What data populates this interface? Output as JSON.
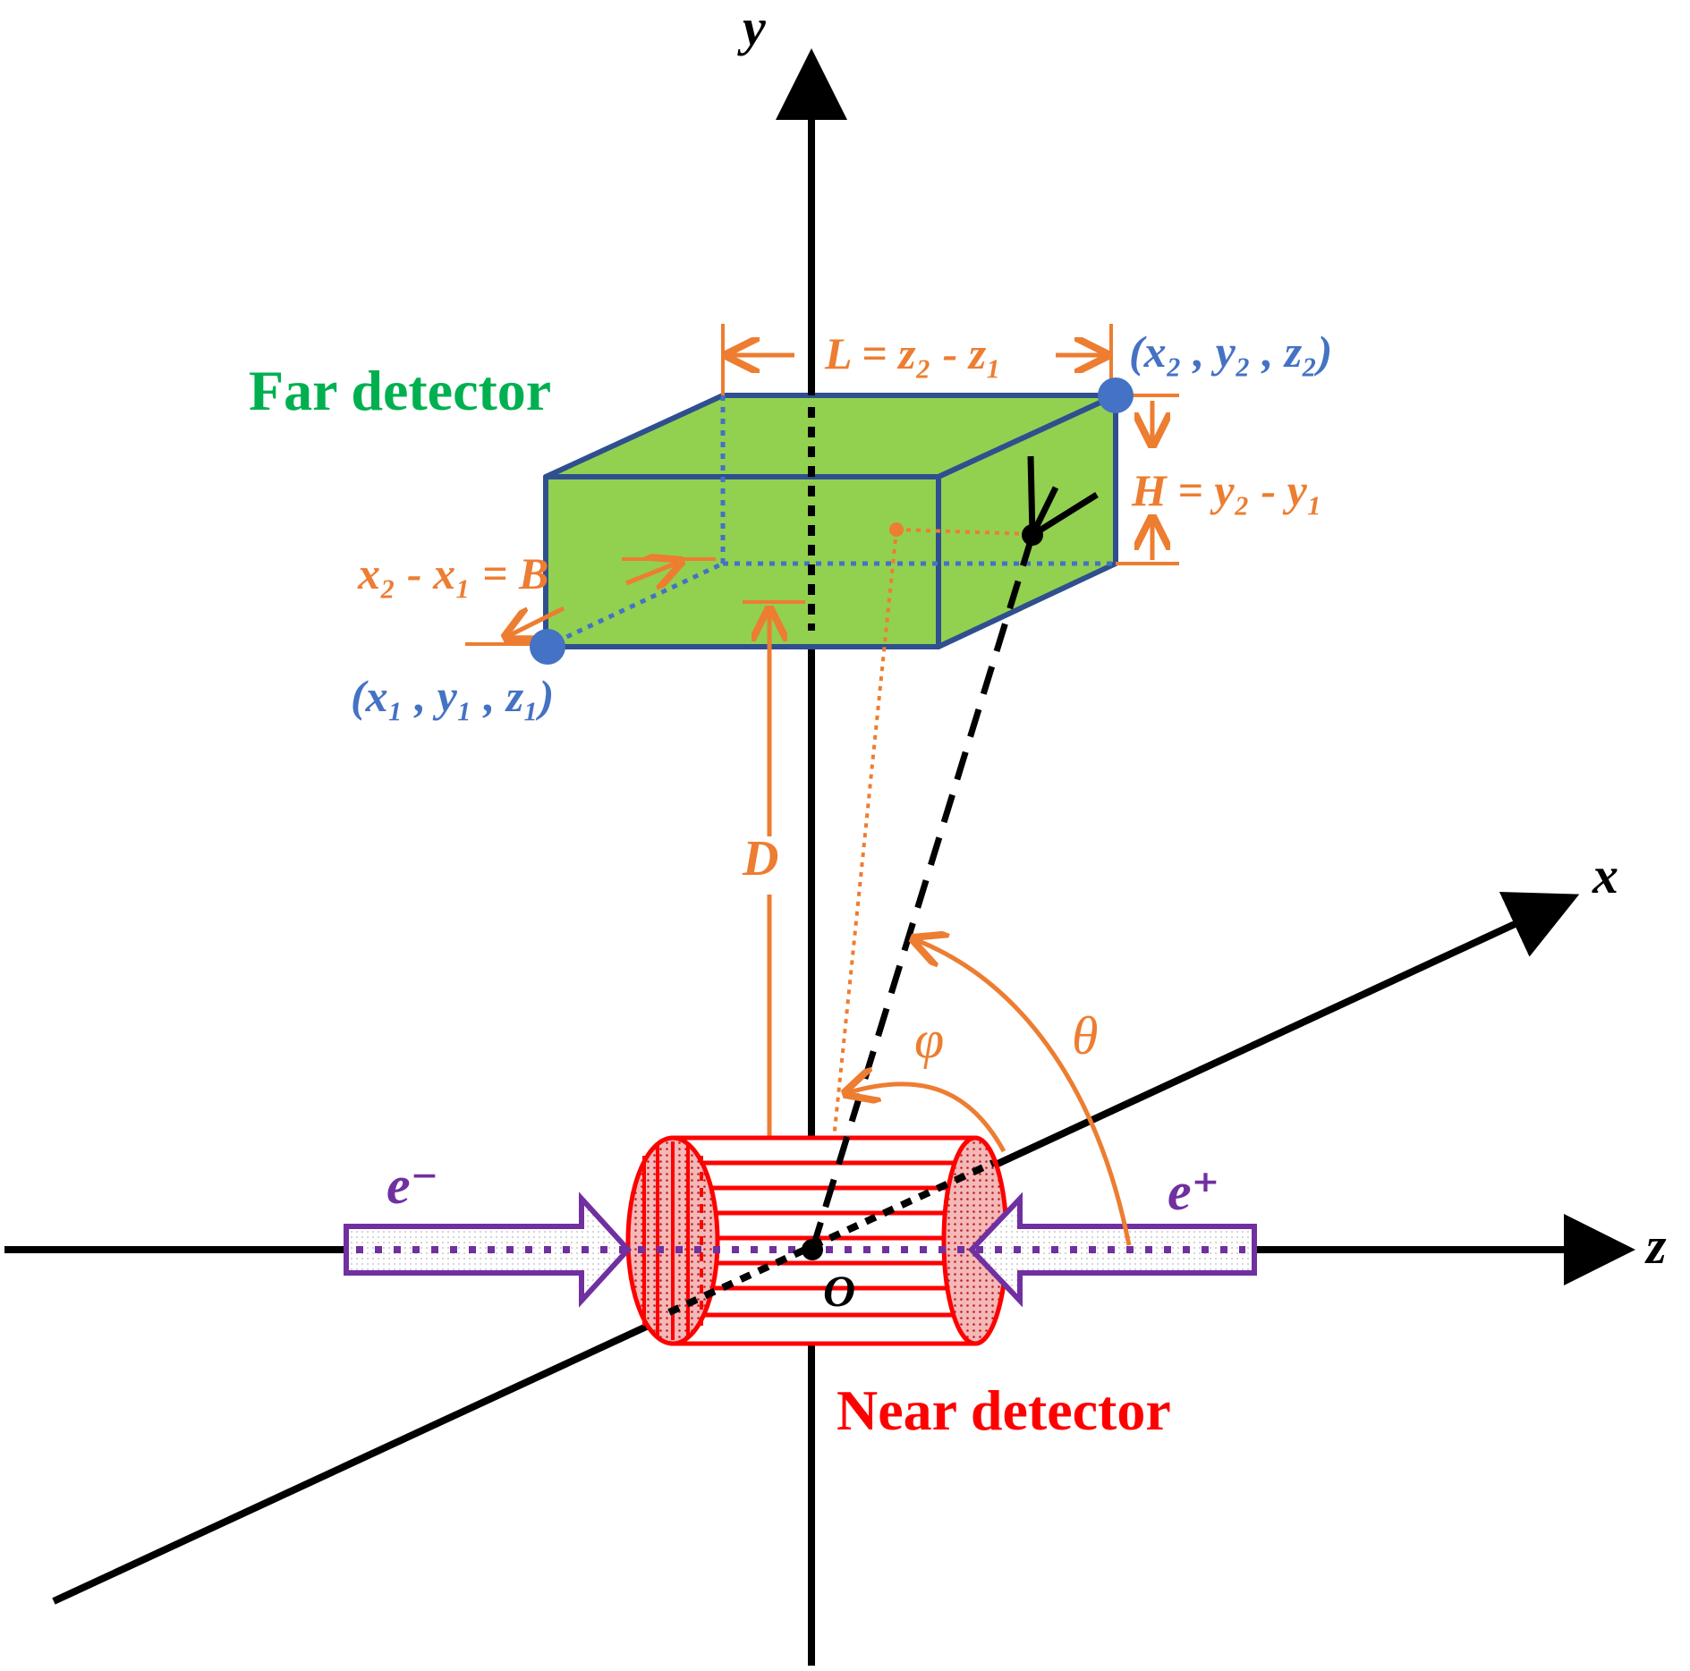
{
  "colors": {
    "axis": "#000000",
    "far_detector_fill": "#92D050",
    "far_detector_edge": "#2F4F8F",
    "annotation": "#ED7D31",
    "corner_point": "#4472C4",
    "near_detector": "#FF0000",
    "beam": "#7030A0"
  },
  "axes": {
    "y": "y",
    "x": "x",
    "z": "z",
    "origin": "O"
  },
  "far_detector": {
    "title": "Far detector",
    "length_label": "L = z₂ - z₁",
    "height_label": "H = y₂ - y₁",
    "width_label": "x₂ - x₁ = B",
    "corner_far": "(x₂ , y₂ , z₂)",
    "corner_near": "(x₁ , y₁ , z₁)"
  },
  "distance_label": "D",
  "angles": {
    "phi": "φ",
    "theta": "θ"
  },
  "near_detector": {
    "title": "Near detector"
  },
  "beams": {
    "electron": "e⁻",
    "positron": "e⁺"
  }
}
